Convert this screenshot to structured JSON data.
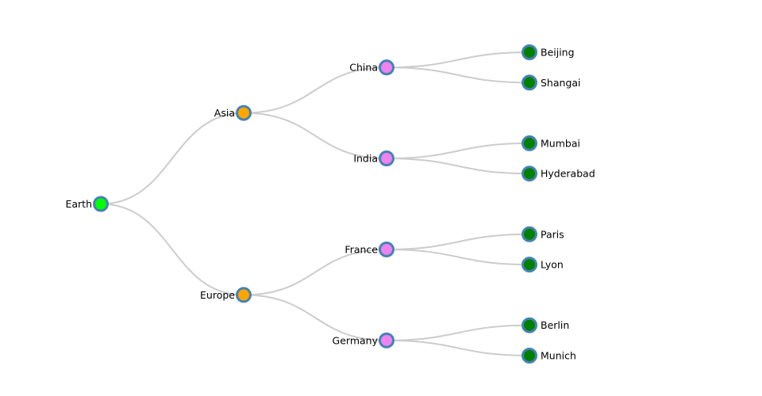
{
  "tree": {
    "name": "Earth",
    "color": "#00ff00",
    "children": [
      {
        "name": "Asia",
        "color": "#ffa500",
        "children": [
          {
            "name": "China",
            "color": "#ee82ee",
            "children": [
              {
                "name": "Beijing",
                "color": "#008000"
              },
              {
                "name": "Shangai",
                "color": "#008000"
              }
            ]
          },
          {
            "name": "India",
            "color": "#ee82ee",
            "children": [
              {
                "name": "Mumbai",
                "color": "#008000"
              },
              {
                "name": "Hyderabad",
                "color": "#008000"
              }
            ]
          }
        ]
      },
      {
        "name": "Europe",
        "color": "#ffa500",
        "children": [
          {
            "name": "France",
            "color": "#ee82ee",
            "children": [
              {
                "name": "Paris",
                "color": "#008000"
              },
              {
                "name": "Lyon",
                "color": "#008000"
              }
            ]
          },
          {
            "name": "Germany",
            "color": "#ee82ee",
            "children": [
              {
                "name": "Berlin",
                "color": "#008000"
              },
              {
                "name": "Munich",
                "color": "#008000"
              }
            ]
          }
        ]
      }
    ]
  },
  "colors": {
    "node_stroke": "#4682b4",
    "link": "#cccccc"
  }
}
